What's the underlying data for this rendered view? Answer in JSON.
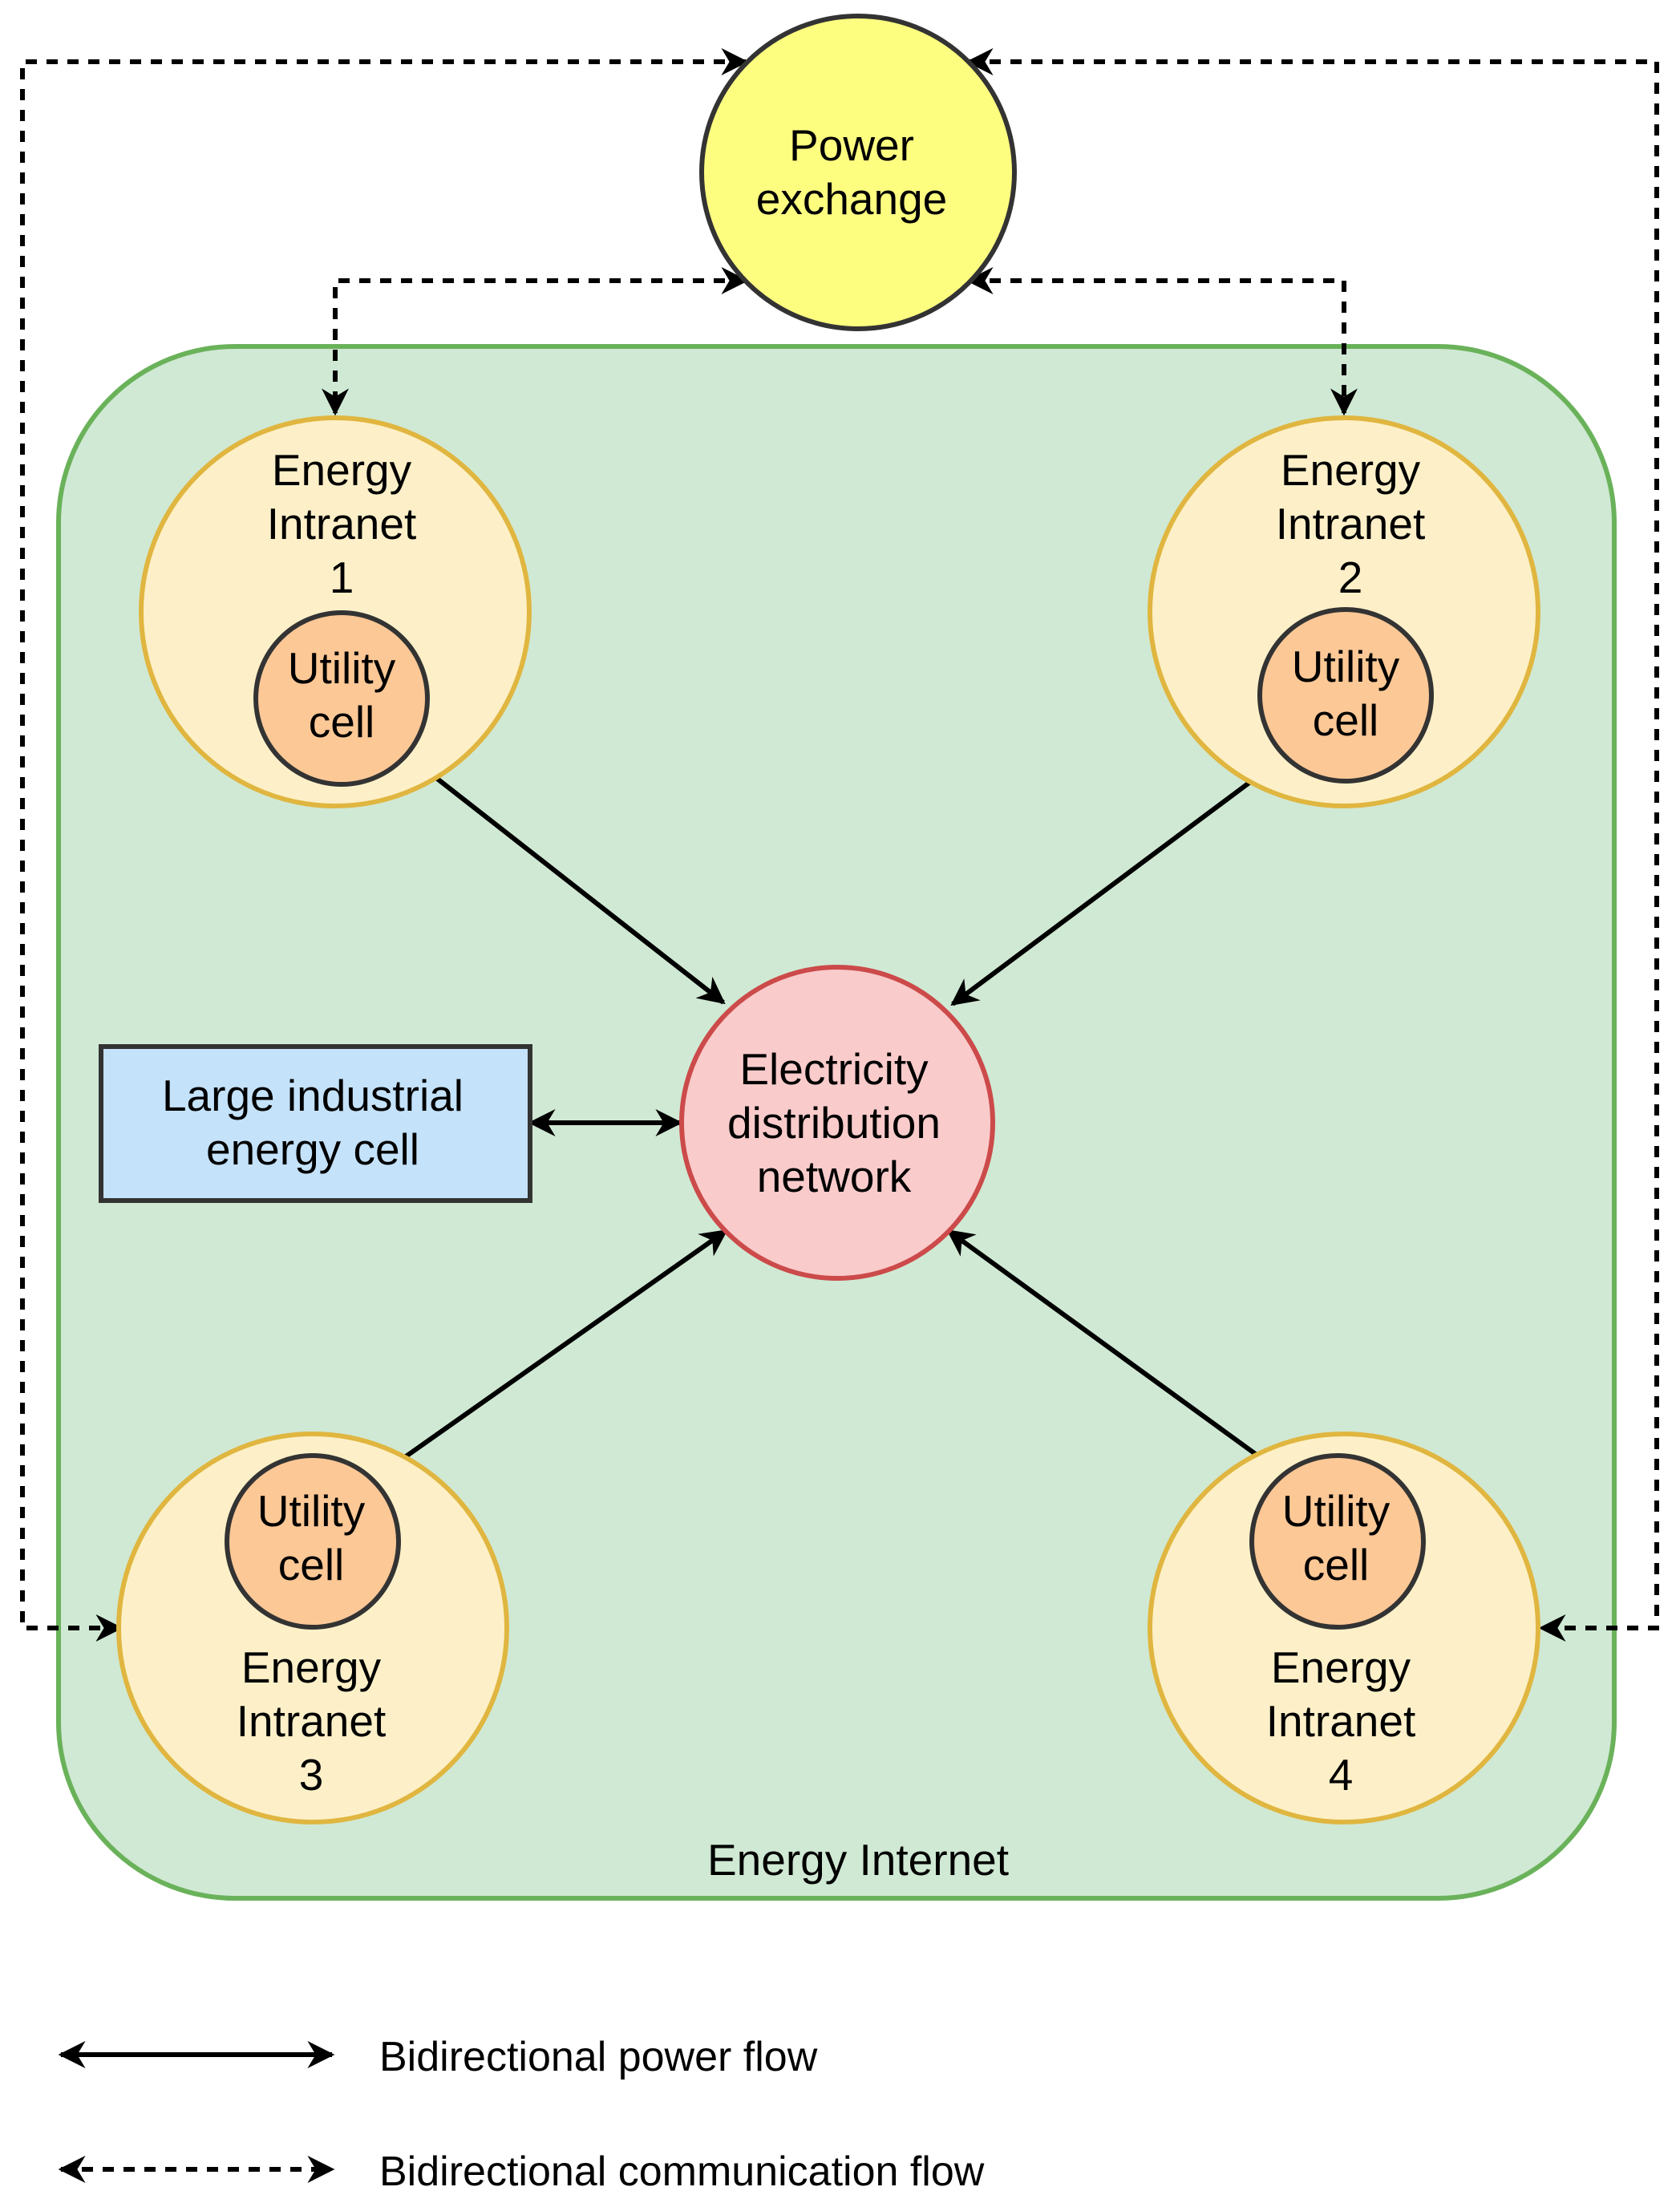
{
  "power_exchange": {
    "lines": [
      "Power",
      "exchange"
    ]
  },
  "energy_internet": {
    "label": "Energy Internet"
  },
  "intranets": [
    {
      "lines": [
        "Energy",
        "Intranet",
        "1"
      ],
      "cell_lines": [
        "Utility",
        "cell"
      ]
    },
    {
      "lines": [
        "Energy",
        "Intranet",
        "2"
      ],
      "cell_lines": [
        "Utility",
        "cell"
      ]
    },
    {
      "lines": [
        "Energy",
        "Intranet",
        "3"
      ],
      "cell_lines": [
        "Utility",
        "cell"
      ]
    },
    {
      "lines": [
        "Energy",
        "Intranet",
        "4"
      ],
      "cell_lines": [
        "Utility",
        "cell"
      ]
    }
  ],
  "industrial_cell": {
    "lines": [
      "Large industrial",
      "energy cell"
    ]
  },
  "distribution_network": {
    "lines": [
      "Electricity",
      "distribution",
      "network"
    ]
  },
  "legend": {
    "power_flow": "Bidirectional power flow",
    "communication_flow": "Bidirectional communication flow"
  },
  "colors": {
    "energy_internet_fill": "#d0e9d4",
    "energy_internet_stroke": "#6ab25a",
    "power_exchange_fill": "#fdfd80",
    "intranet_fill": "#fdf0c8",
    "intranet_stroke": "#e0b640",
    "utility_fill": "#fcc896",
    "industrial_fill": "#c4e2fa",
    "distribution_fill": "#f9cbcb",
    "distribution_stroke": "#cc4a4a"
  }
}
